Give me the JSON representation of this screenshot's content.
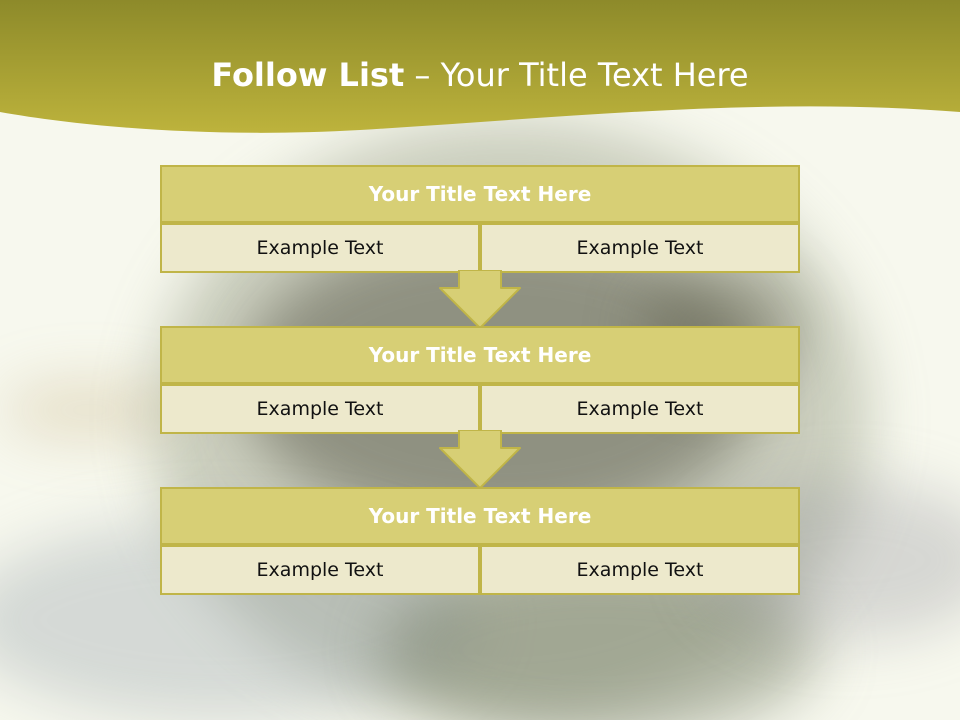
{
  "slide": {
    "title_bold": "Follow List",
    "title_rest": " – Your Title Text Here"
  },
  "blocks": [
    {
      "title": "Your Title Text Here",
      "left_text": "Example Text",
      "right_text": "Example Text"
    },
    {
      "title": "Your Title Text Here",
      "left_text": "Example Text",
      "right_text": "Example Text"
    },
    {
      "title": "Your Title Text Here",
      "left_text": "Example Text",
      "right_text": "Example Text"
    }
  ],
  "colors": {
    "header_band": "#b9b23a",
    "title_fill": "#d7cf75",
    "cell_fill": "#ede9cc",
    "border": "#c0b548",
    "arrow_fill": "#d7cf75"
  }
}
